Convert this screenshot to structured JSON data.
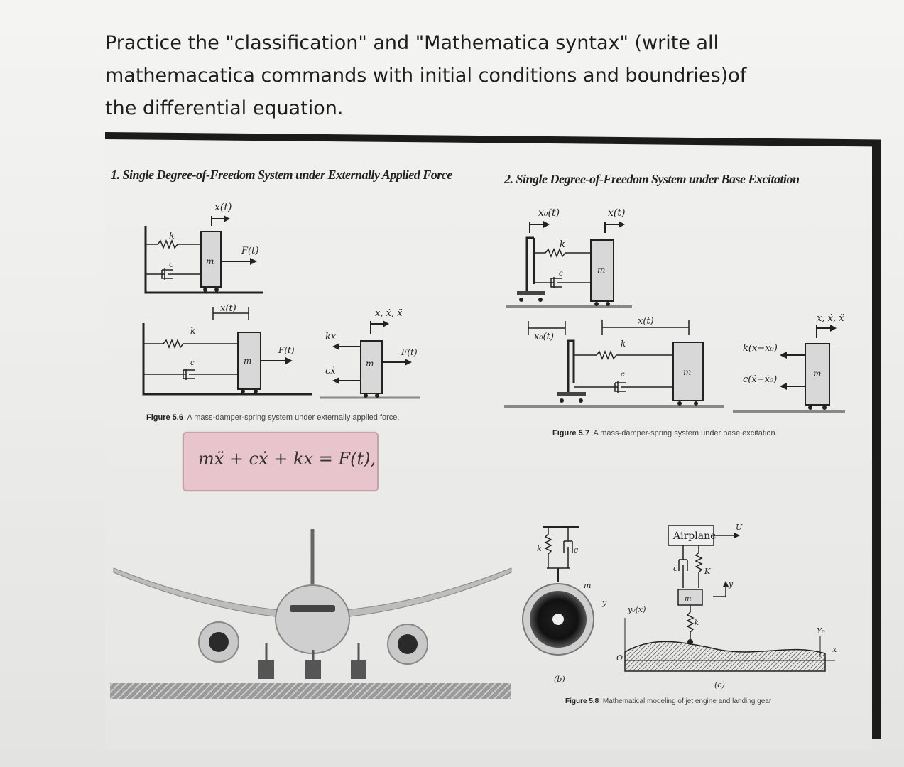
{
  "prompt": {
    "line1": "Practice the \"classification\" and \"Mathematica syntax\" (write all",
    "line2": "mathemacatica commands with initial conditions and boundries)of",
    "line3": "the differential equation."
  },
  "section1": {
    "title": "1. Single Degree-of-Freedom System under Externally Applied Force",
    "figure_label": "Figure 5.6",
    "figure_caption": "A mass-damper-spring system under externally applied force.",
    "equation": "mẍ + cẋ + kx = F(t),"
  },
  "section2": {
    "title": "2. Single Degree-of-Freedom System under Base Excitation",
    "figure_label": "Figure 5.7",
    "figure_caption": "A mass-damper-spring system under base excitation."
  },
  "figure58": {
    "figure_label": "Figure 5.8",
    "figure_caption": "Mathematical modeling of jet engine and landing gear",
    "label_b": "(b)",
    "label_c": "(c)",
    "airplane": "Airplane",
    "U": "U"
  },
  "diagram_labels": {
    "x_t": "x(t)",
    "x0_t": "x₀(t)",
    "F_t": "F(t)",
    "k": "k",
    "c": "c",
    "m": "m",
    "kx": "kx",
    "cxdot": "cẋ",
    "xxx": "x, ẋ, ẍ",
    "k_rel": "k(x−x₀)",
    "c_rel": "c(ẋ−ẋ₀)",
    "K": "K",
    "y": "y",
    "y0x": "y₀(x)",
    "Y0": "Y₀",
    "xaxis": "x",
    "O": "O"
  }
}
